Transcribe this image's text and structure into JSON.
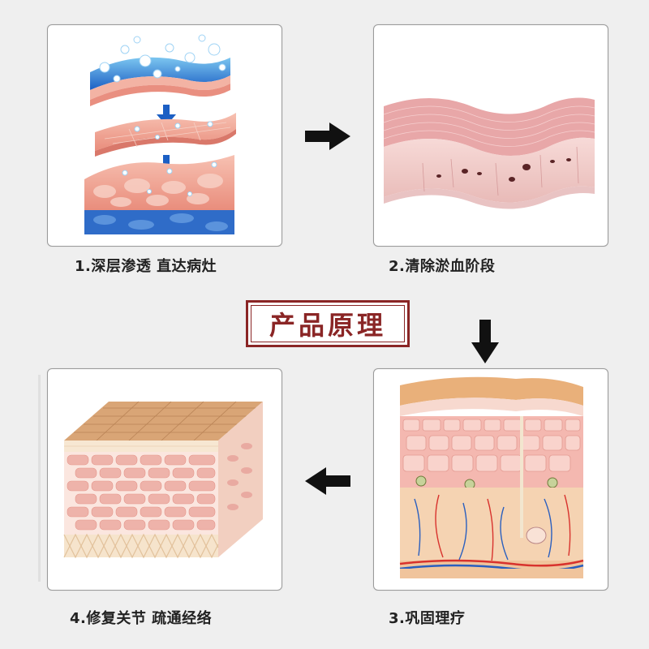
{
  "title": "产品原理",
  "steps": [
    {
      "label": "1.深层渗透 直达病灶",
      "illustration": "skin-penetration-layers"
    },
    {
      "label": "2.清除淤血阶段",
      "illustration": "tissue-layer-cleansing"
    },
    {
      "label": "3.巩固理疗",
      "illustration": "skin-cross-section"
    },
    {
      "label": "4.修复关节 疏通经络",
      "illustration": "repaired-tissue-block"
    }
  ],
  "colors": {
    "title_border": "#8a2525",
    "arrow": "#111111",
    "water_blue": "#2a76d2",
    "skin_pink": "#f2a99a",
    "tissue_tan": "#e8b47c"
  },
  "icons": [
    "arrow-right-icon",
    "arrow-down-icon",
    "arrow-left-icon"
  ]
}
